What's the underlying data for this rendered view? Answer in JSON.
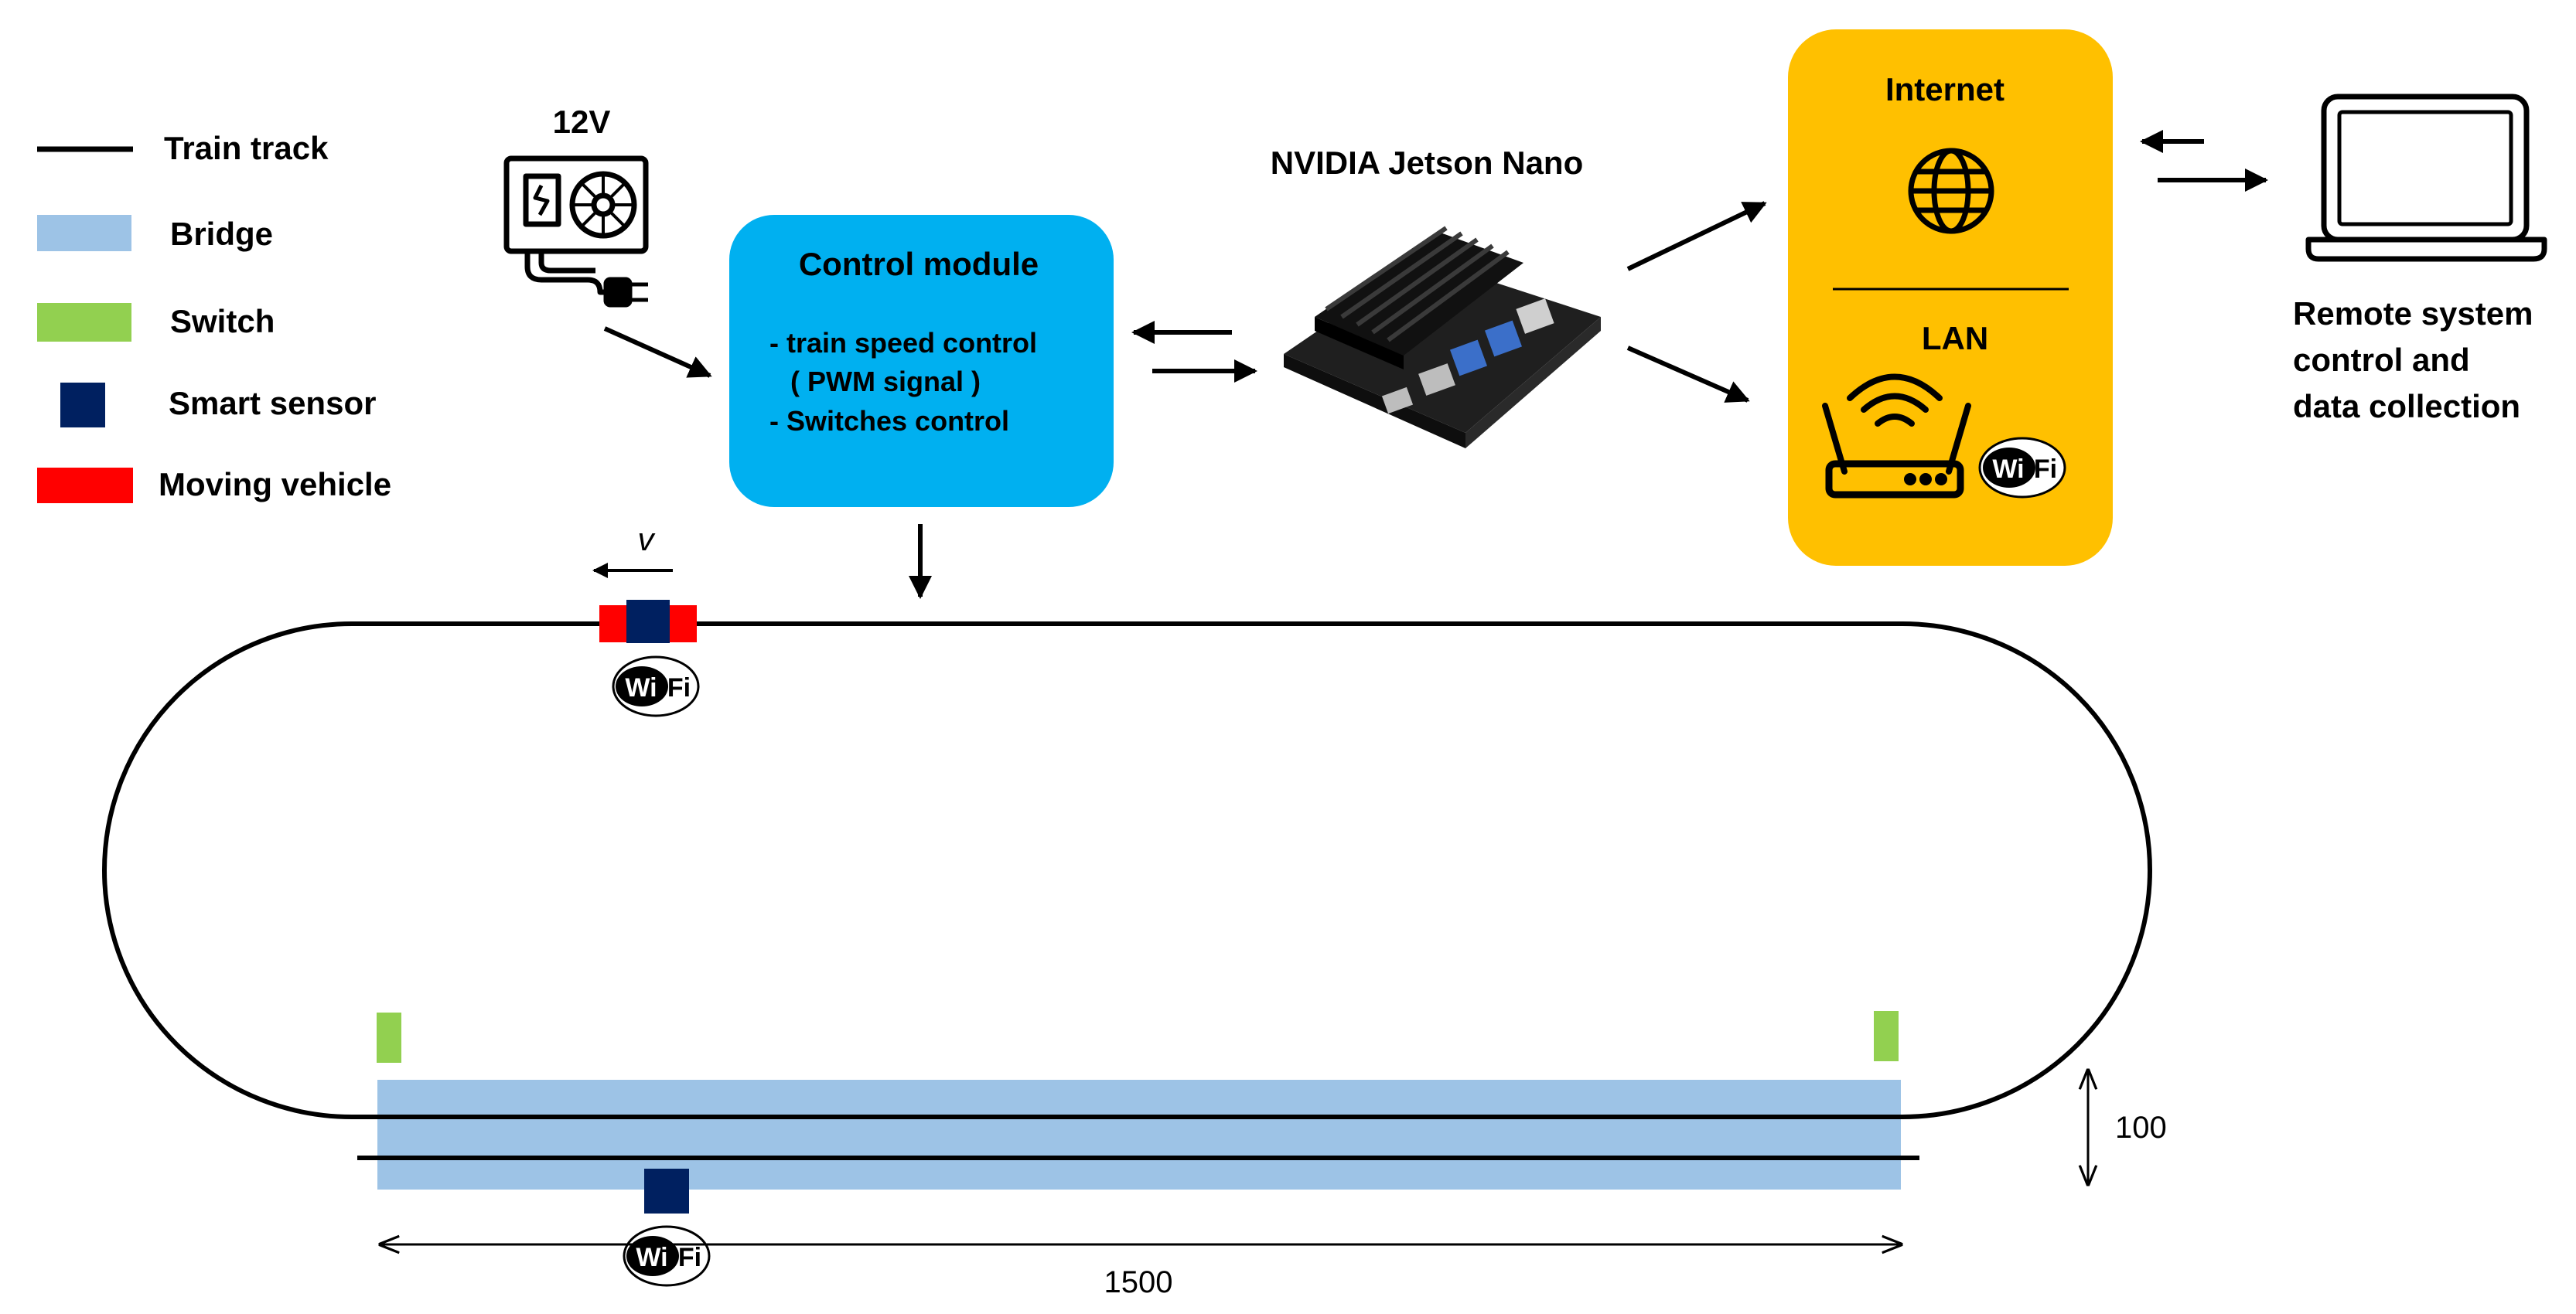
{
  "legend": {
    "items": [
      {
        "label": "Train track"
      },
      {
        "label": "Bridge"
      },
      {
        "label": "Switch"
      },
      {
        "label": "Smart sensor"
      },
      {
        "label": "Moving vehicle"
      }
    ]
  },
  "power": {
    "label": "12V"
  },
  "control_module": {
    "title": "Control module",
    "lines": [
      "- train speed control",
      "( PWM signal )",
      "- Switches control"
    ]
  },
  "jetson": {
    "label": "NVIDIA Jetson Nano"
  },
  "network": {
    "internet_label": "Internet",
    "lan_label": "LAN"
  },
  "wifi": {
    "w": "Wi",
    "f": "Fi"
  },
  "remote": {
    "lines": [
      "Remote system",
      "control and",
      "data collection"
    ]
  },
  "vehicle": {
    "velocity_label": "v"
  },
  "dimensions": {
    "length": "1500",
    "height": "100"
  },
  "colors": {
    "control_module": "#00B0F0",
    "network_box": "#FFC000",
    "bridge": "#9DC3E6",
    "switch": "#92D050",
    "sensor": "#002060",
    "vehicle": "#FF0000",
    "track": "#000000"
  }
}
